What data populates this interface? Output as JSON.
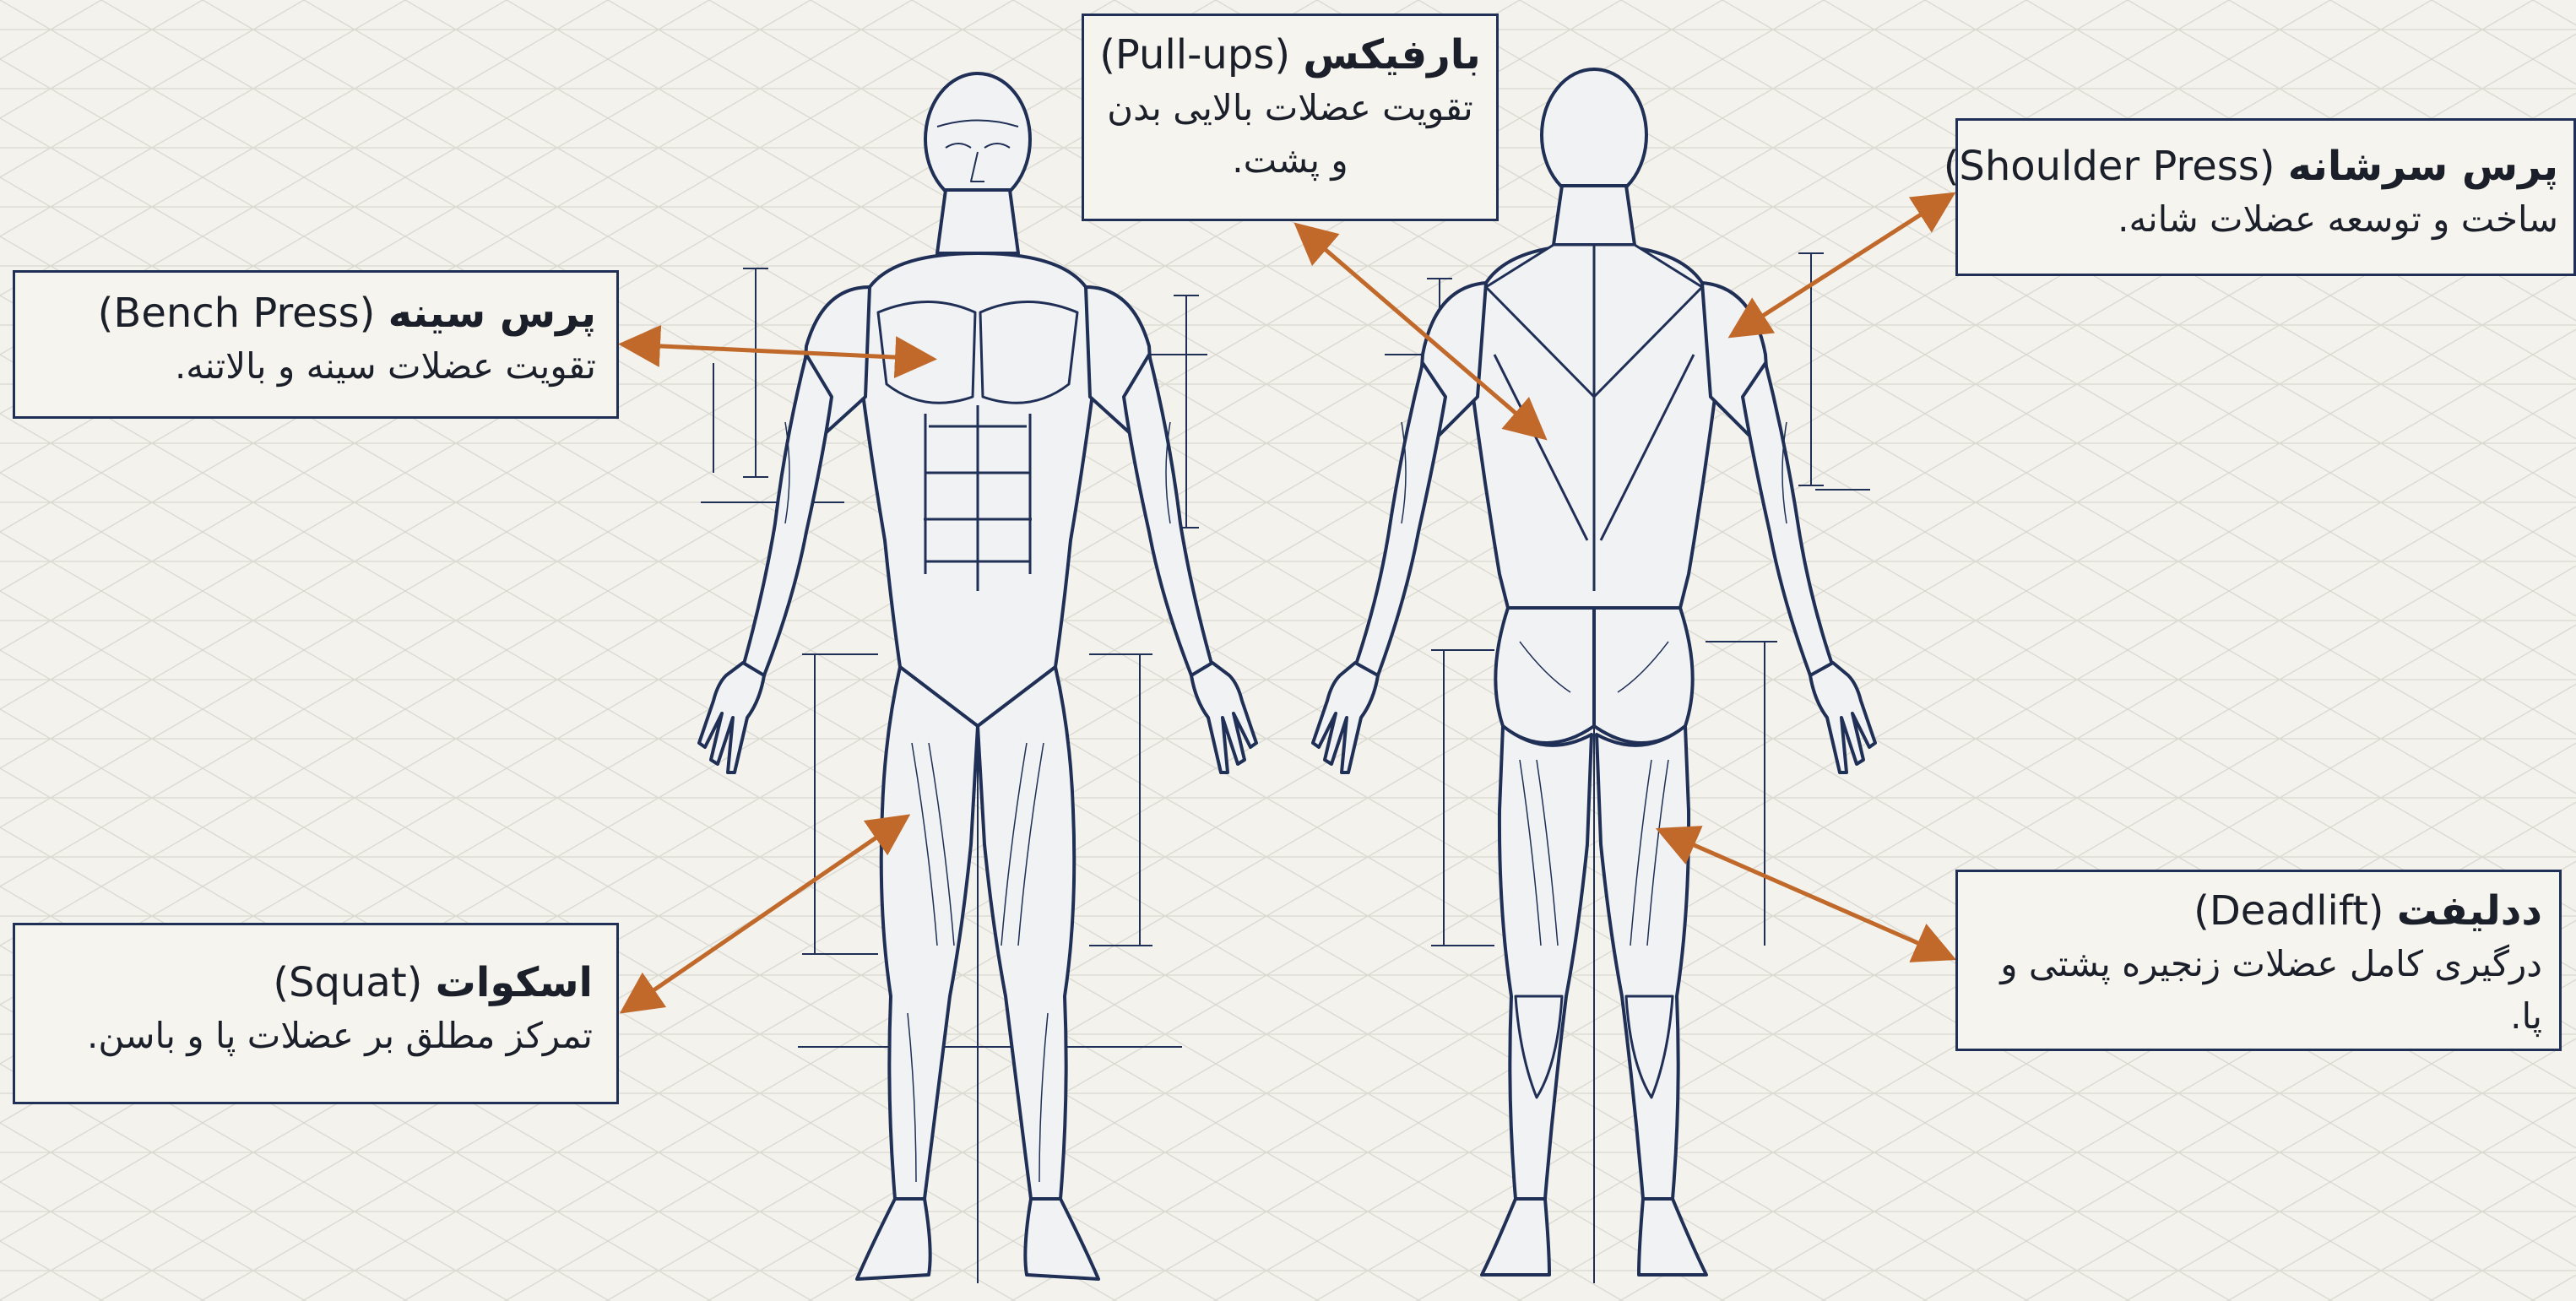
{
  "callouts": {
    "bench": {
      "name_fa": "پرس سینه",
      "name_en": "(Bench Press)",
      "desc": "تقویت عضلات سینه و بالاتنه."
    },
    "squat": {
      "name_fa": "اسکوات",
      "name_en": "(Squat)",
      "desc": "تمرکز مطلق بر عضلات پا و باسن."
    },
    "pullups": {
      "name_fa": "بارفیکس",
      "name_en": "(Pull-ups)",
      "desc": "تقویت عضلات بالایی بدن و پشت."
    },
    "shoulder": {
      "name_fa": "پرس سرشانه",
      "name_en": "(Shoulder Press)",
      "desc": "ساخت و توسعه عضلات شانه."
    },
    "deadlift": {
      "name_fa": "ددلیفت",
      "name_en": "(Deadlift)",
      "desc": "درگیری کامل عضلات زنجیره پشتی و پا."
    }
  },
  "figures": {
    "front": "anterior-anatomy-figure",
    "back": "posterior-anatomy-figure"
  },
  "colors": {
    "background": "#f3f2ec",
    "grid": "#d9d8d0",
    "line": "#1f2f55",
    "arrow": "#c0692a",
    "box_border": "#1f2f55"
  }
}
